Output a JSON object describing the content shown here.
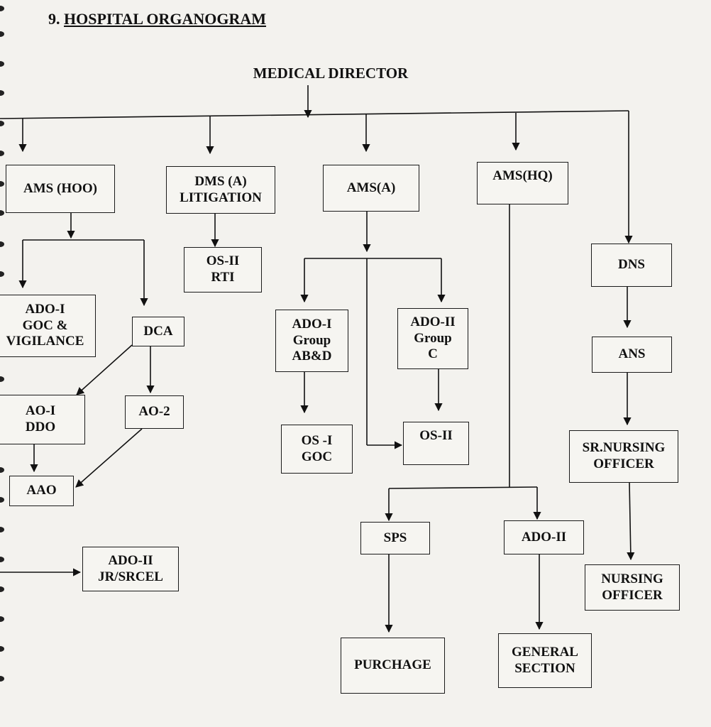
{
  "title": {
    "number": "9.",
    "text": "HOSPITAL ORGANOGRAM"
  },
  "nodes": {
    "medical_director": "MEDICAL DIRECTOR",
    "ams_hoo": "AMS (HOO)",
    "dms_a_litigation": [
      "DMS (A)",
      "LITIGATION"
    ],
    "ams_a": "AMS(A)",
    "ams_hq": "AMS(HQ)",
    "dns": "DNS",
    "os2_rti": [
      "OS-II",
      "RTI"
    ],
    "ado1_goc_vigilance": [
      "ADO-I",
      "GOC &",
      "VIGILANCE"
    ],
    "dca": "DCA",
    "ao1_ddo": [
      "AO-I",
      "DDO"
    ],
    "ao2": "AO-2",
    "aao": "AAO",
    "ado2_jr_srcel": [
      "ADO-II",
      "JR/SRCEL"
    ],
    "ado1_group_abd": [
      "ADO-I",
      "Group",
      "AB&D"
    ],
    "ado2_group_c": [
      "ADO-II",
      "Group",
      "C"
    ],
    "os1_goc": [
      "OS -I",
      "GOC"
    ],
    "os2": "OS-II",
    "sps": "SPS",
    "ado2": "ADO-II",
    "purchage": "PURCHAGE",
    "general_section": [
      "GENERAL",
      "SECTION"
    ],
    "ans": "ANS",
    "sr_nursing_officer": [
      "SR.NURSING",
      "OFFICER"
    ],
    "nursing_officer": [
      "NURSING",
      "OFFICER"
    ]
  }
}
